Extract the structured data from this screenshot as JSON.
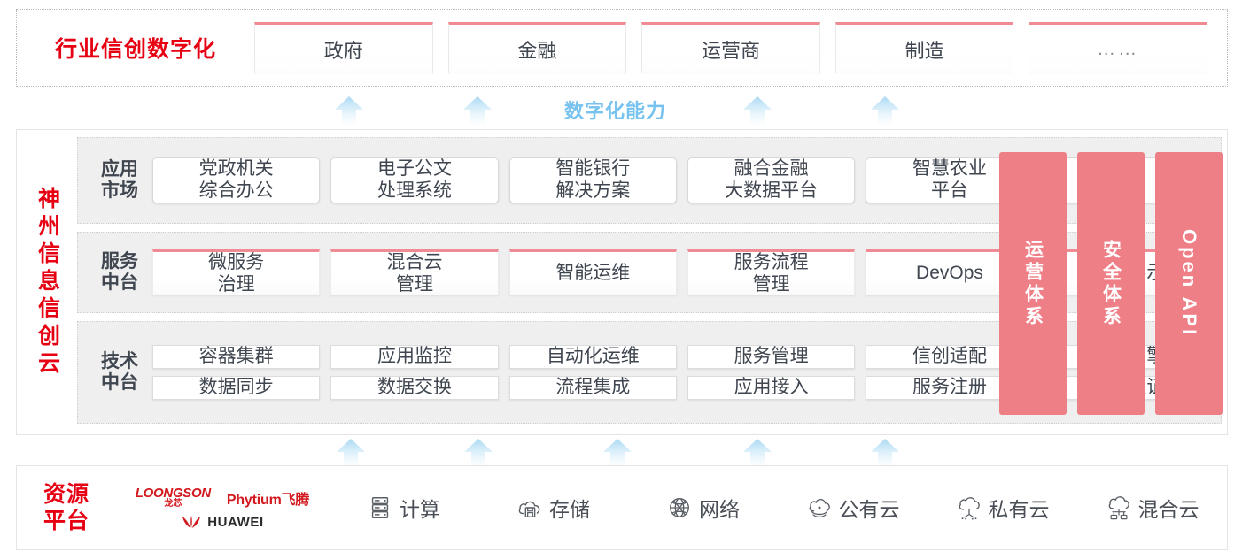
{
  "industry": {
    "title": "行业信创数字化",
    "cards": [
      {
        "label": "政府"
      },
      {
        "label": "金融"
      },
      {
        "label": "运营商"
      },
      {
        "label": "制造"
      },
      {
        "label": "……"
      }
    ]
  },
  "capability": {
    "label": "数字化能力",
    "color": "#77c2ee"
  },
  "cloud": {
    "vertical_title": "神州信息信创云",
    "rows": [
      {
        "label": "应用\n市场",
        "cards": [
          {
            "label": "党政机关\n综合办公"
          },
          {
            "label": "电子公文\n处理系统"
          },
          {
            "label": "智能银行\n解决方案"
          },
          {
            "label": "融合金融\n大数据平台"
          },
          {
            "label": "智慧农业\n平台"
          },
          {
            "label": "……"
          }
        ]
      },
      {
        "label": "服务\n中台",
        "cards": [
          {
            "label": "微服务\n治理"
          },
          {
            "label": "混合云\n管理"
          },
          {
            "label": "智能运维"
          },
          {
            "label": "服务流程\n管理"
          },
          {
            "label": "DevOps"
          },
          {
            "label": "大屏展示"
          }
        ]
      },
      {
        "label": "技术\n中台",
        "lines": [
          [
            {
              "label": "容器集群"
            },
            {
              "label": "应用监控"
            },
            {
              "label": "自动化运维"
            },
            {
              "label": "服务管理"
            },
            {
              "label": "信创适配"
            },
            {
              "label": "流程引擎"
            }
          ],
          [
            {
              "label": "数据同步"
            },
            {
              "label": "数据交换"
            },
            {
              "label": "流程集成"
            },
            {
              "label": "应用接入"
            },
            {
              "label": "服务注册"
            },
            {
              "label": "统一认证"
            }
          ]
        ]
      }
    ],
    "pillars": [
      {
        "label": "运营体系",
        "latin": false
      },
      {
        "label": "安全体系",
        "latin": false
      },
      {
        "label": "Open API",
        "latin": true
      }
    ],
    "pillar_color": "#ef7f87"
  },
  "resource": {
    "title": "资源\n平台",
    "vendors": {
      "loongson_en": "LOONGSON",
      "loongson_cn": "龙芯",
      "phytium": "Phytium飞腾",
      "huawei": "HUAWEI"
    },
    "items": [
      {
        "label": "计算",
        "icon": "server-icon"
      },
      {
        "label": "存储",
        "icon": "cloud-storage-icon"
      },
      {
        "label": "网络",
        "icon": "network-globe-icon"
      },
      {
        "label": "公有云",
        "icon": "public-cloud-icon"
      },
      {
        "label": "私有云",
        "icon": "private-cloud-icon"
      },
      {
        "label": "混合云",
        "icon": "hybrid-cloud-icon"
      }
    ]
  },
  "colors": {
    "brand_red": "#e60012",
    "pink": "#ef7f87",
    "arrow_blue": "#b9e0f5"
  }
}
